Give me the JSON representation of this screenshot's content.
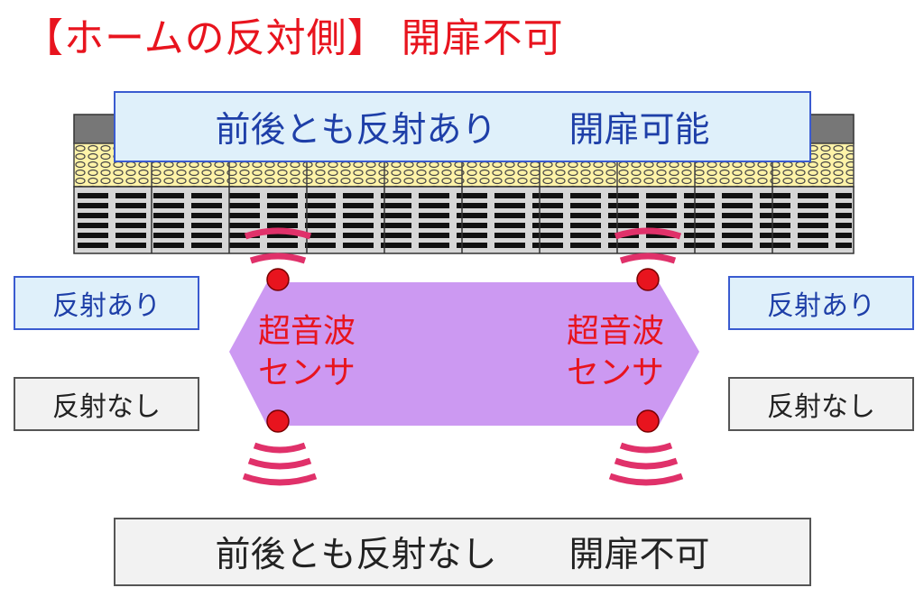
{
  "title": "【ホームの反対側】 開扉不可",
  "top_banner": {
    "left": "前後とも反射あり",
    "right": "開扉可能"
  },
  "bottom_banner": {
    "left": "前後とも反射なし",
    "right": "開扉不可"
  },
  "side_labels": {
    "left_reflect": "反射あり",
    "left_no_reflect": "反射なし",
    "right_reflect": "反射あり",
    "right_no_reflect": "反射なし"
  },
  "sensor_left": {
    "line1": "超音波",
    "line2": "センサ"
  },
  "sensor_right": {
    "line1": "超音波",
    "line2": "センサ"
  },
  "colors": {
    "title": "#e8141e",
    "sensor_area": "#cc99f2",
    "wave": "#e0316a",
    "reflect_fill": "#dff0fa",
    "reflect_border": "#3a5bd0",
    "no_reflect_fill": "#f2f2f2"
  }
}
